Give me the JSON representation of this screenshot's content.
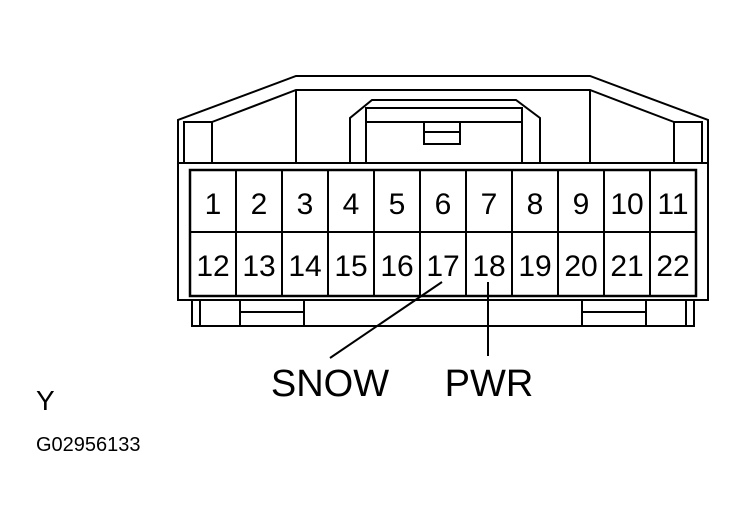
{
  "connector": {
    "row_top": [
      "1",
      "2",
      "3",
      "4",
      "5",
      "6",
      "7",
      "8",
      "9",
      "10",
      "11"
    ],
    "row_bottom": [
      "12",
      "13",
      "14",
      "15",
      "16",
      "17",
      "18",
      "19",
      "20",
      "21",
      "22"
    ]
  },
  "callouts": {
    "snow": {
      "label": "SNOW",
      "pin": "17"
    },
    "pwr": {
      "label": "PWR",
      "pin": "18"
    }
  },
  "connector_color_code": "Y",
  "figure_id": "G02956133"
}
